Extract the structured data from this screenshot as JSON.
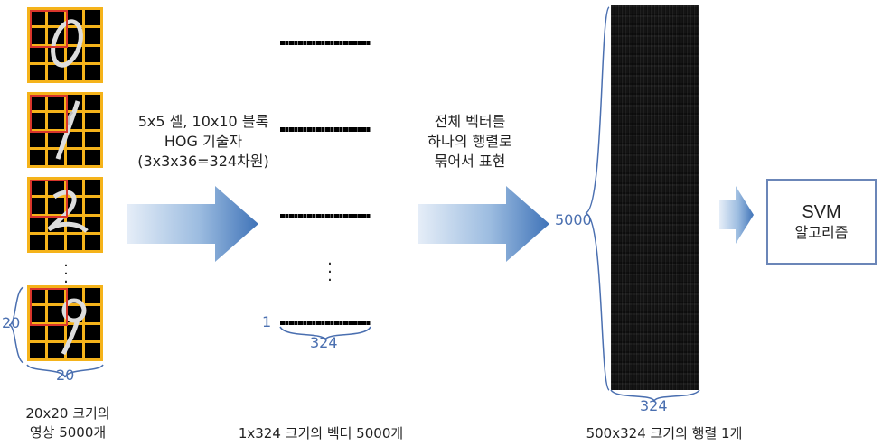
{
  "left": {
    "side_label": "20",
    "bottom_label": "20",
    "caption_line1": "20x20 크기의",
    "caption_line2": "영상 5000개"
  },
  "hog": {
    "line1": "5x5 셀, 10x10 블록",
    "line2": "HOG 기술자",
    "line3": "(3x3x36=324차원)"
  },
  "vectors": {
    "row_label": "1",
    "width_label": "324",
    "caption": "1x324 크기의 벡터 5000개"
  },
  "merge": {
    "line1": "전체 벡터를",
    "line2": "하나의 행렬로",
    "line3": "묶어서 표현"
  },
  "matrix": {
    "height_label": "5000",
    "width_label": "324",
    "caption": "500x324 크기의 행렬 1개"
  },
  "svm": {
    "title": "SVM",
    "subtitle": "알고리즘"
  },
  "colors": {
    "accent_blue": "#4a6fb0",
    "grid_orange": "#f5b31a",
    "block_red": "#d9352b"
  }
}
